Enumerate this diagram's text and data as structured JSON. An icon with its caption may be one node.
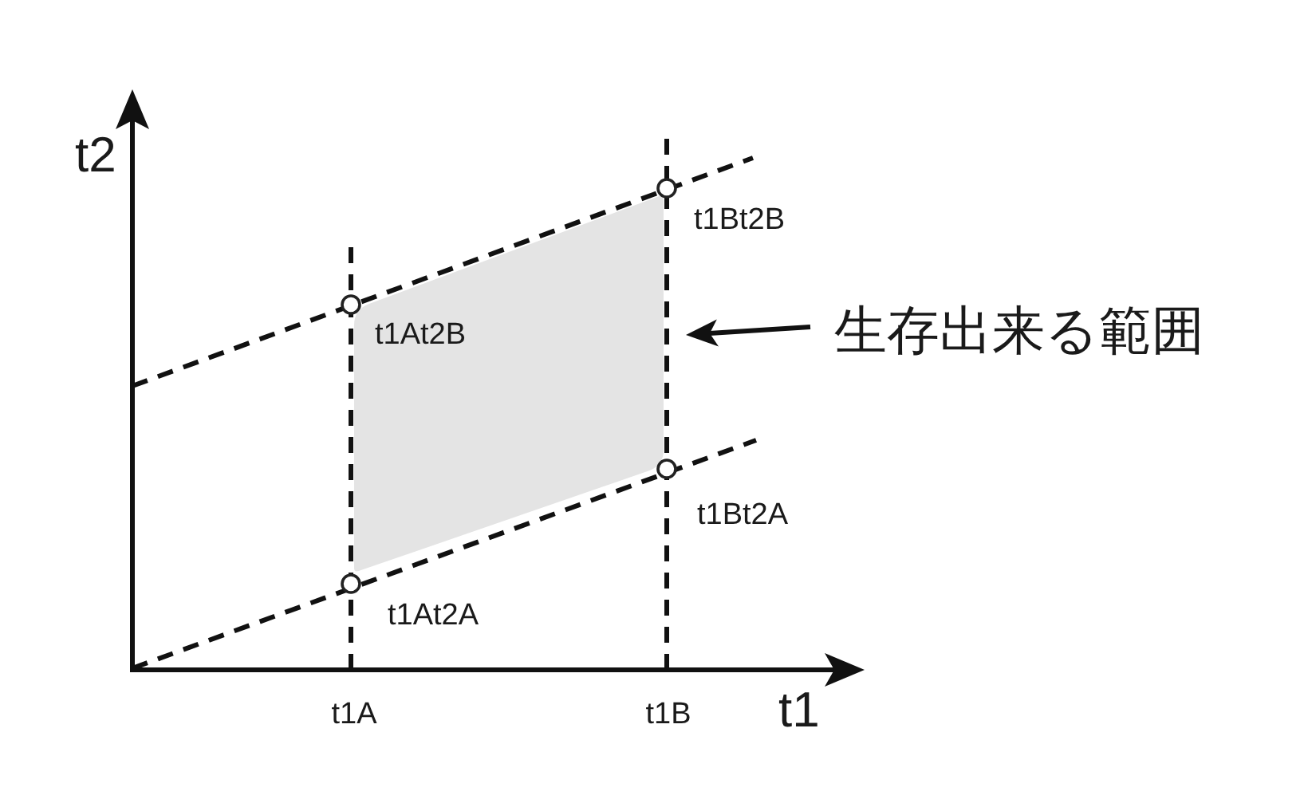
{
  "diagram": {
    "nodes": [
      {
        "text": [],
        "shape": "parallelogram"
      },
      {
        "text": [
          "生存出来る範囲"
        ]
      }
    ],
    "edges": [
      {
        "from": 1,
        "to": 0,
        "arrow": "to"
      }
    ],
    "labels": [
      "t2",
      "t1Bt2B",
      "t1At2B",
      "t1Bt2A",
      "t1At2A",
      "t1A",
      "t1B",
      "t1"
    ]
  }
}
